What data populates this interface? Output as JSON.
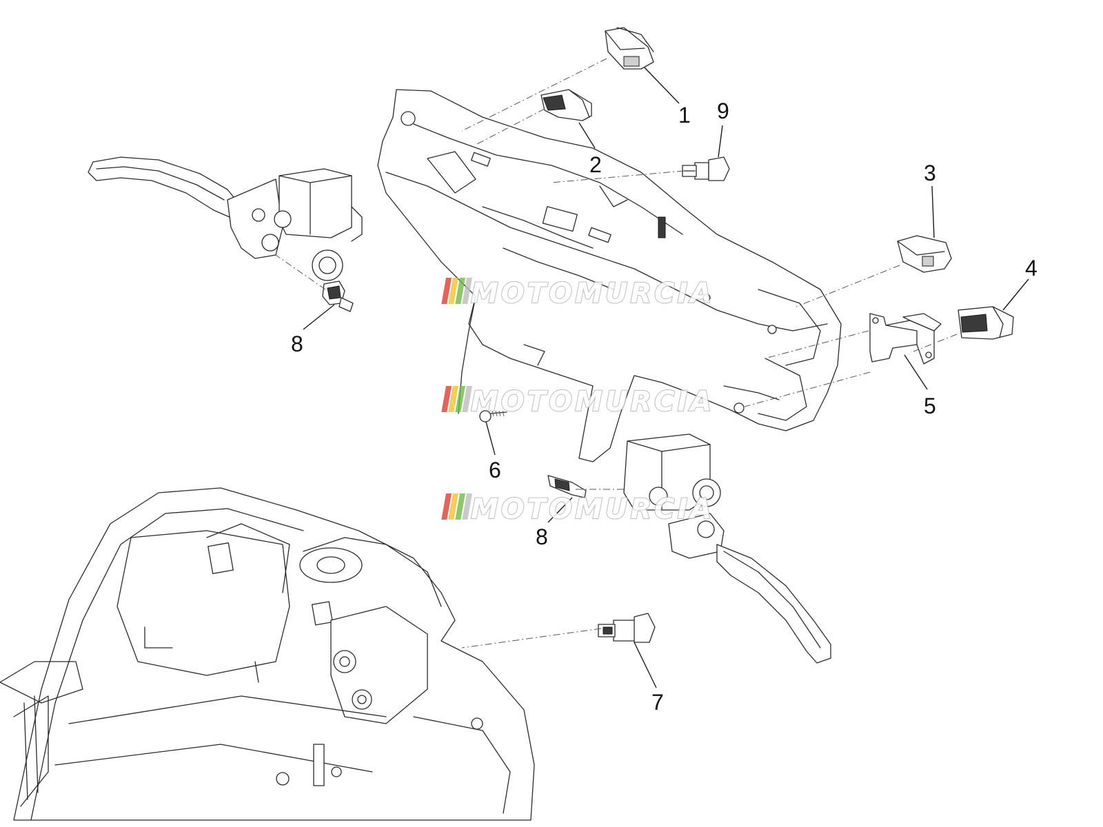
{
  "callouts": [
    {
      "label": "1"
    },
    {
      "label": "2"
    },
    {
      "label": "9"
    },
    {
      "label": "3"
    },
    {
      "label": "4"
    },
    {
      "label": "5"
    },
    {
      "label": "8"
    },
    {
      "label": "6"
    },
    {
      "label": "8"
    },
    {
      "label": "7"
    }
  ],
  "watermark": {
    "text": "MOTOMURCIA",
    "stripe_colors": [
      "#e03c31",
      "#f2c230",
      "#6dbb45",
      "#bdbdbd"
    ]
  },
  "colors": {
    "line": "#2a2a2a",
    "background": "#ffffff"
  }
}
